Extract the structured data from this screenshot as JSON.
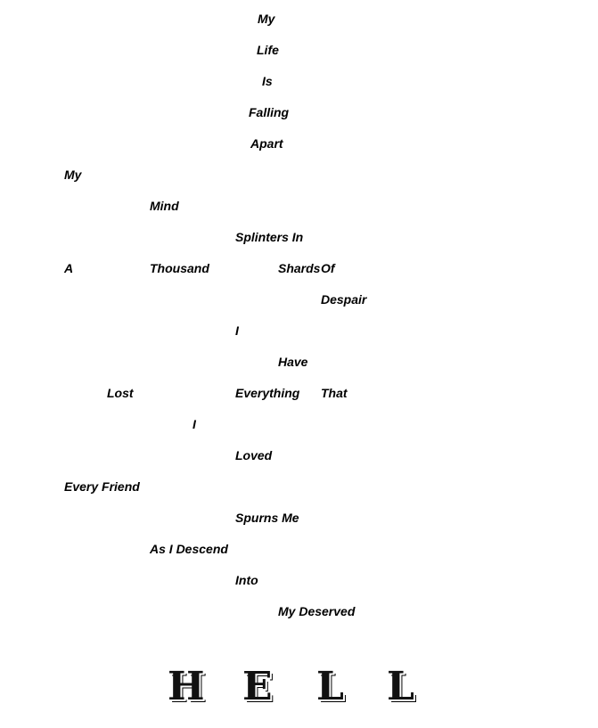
{
  "lines": [
    {
      "text": "My"
    },
    {
      "text": "Life"
    },
    {
      "text": "Is"
    },
    {
      "text": "Falling"
    },
    {
      "text": "Apart"
    },
    {
      "text": "My"
    },
    {
      "text": "Mind"
    },
    {
      "text": "Splinters In"
    },
    {
      "text": "A"
    },
    {
      "text": "Thousand"
    },
    {
      "text": "Shards"
    },
    {
      "text": "Of"
    },
    {
      "text": "Despair"
    },
    {
      "text": "I"
    },
    {
      "text": "Have"
    },
    {
      "text": "Lost"
    },
    {
      "text": "Everything"
    },
    {
      "text": "That"
    },
    {
      "text": "I"
    },
    {
      "text": "Loved"
    },
    {
      "text": "Every Friend"
    },
    {
      "text": "Spurns Me"
    },
    {
      "text": "As I Descend"
    },
    {
      "text": "Into"
    },
    {
      "text": "My Deserved"
    }
  ],
  "finale": {
    "letters": [
      "H",
      "E",
      "L",
      "L"
    ]
  }
}
